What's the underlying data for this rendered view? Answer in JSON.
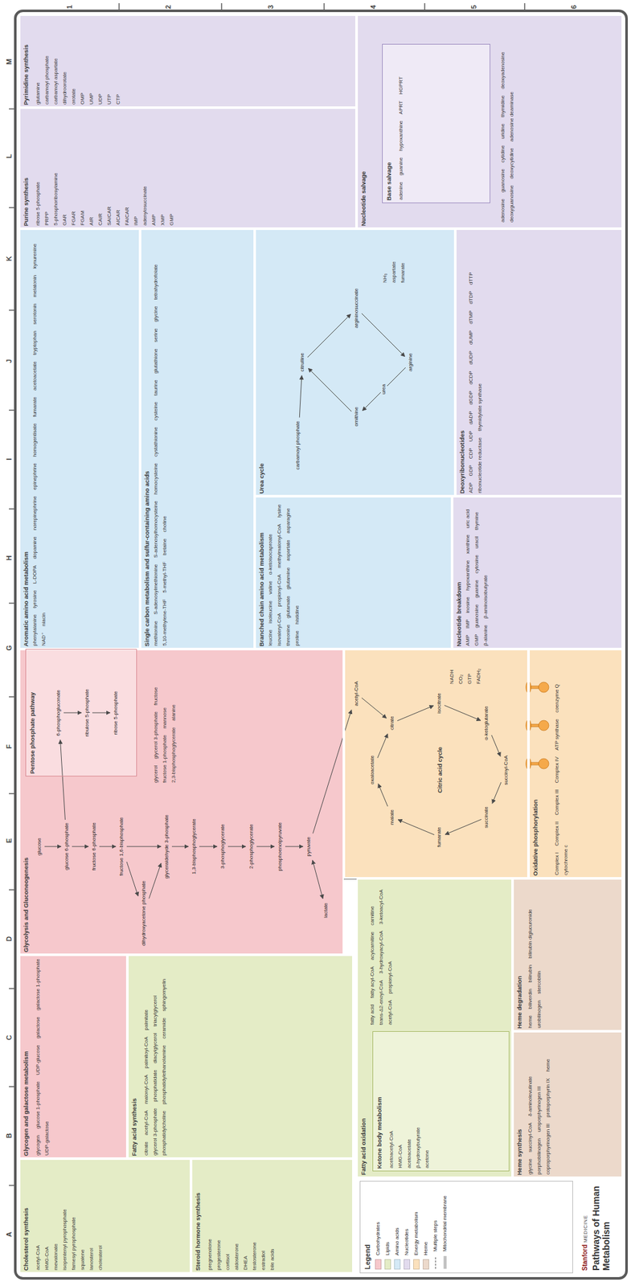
{
  "diagram": {
    "title": "Pathways of Human Metabolism",
    "nodes": [
      {
        "text": [
          "Cholesterol synthesis"
        ]
      },
      {
        "text": [
          "Steroid hormone synthesis"
        ]
      },
      {
        "text": [
          "Glycogen and galactose metabolism"
        ]
      },
      {
        "text": [
          "Fatty acid synthesis"
        ]
      },
      {
        "text": [
          "Glycolysis and Gluconeogenesis"
        ]
      },
      {
        "text": [
          "Pentose phosphate pathway"
        ],
        "in": 4
      },
      {
        "text": [
          "glucose"
        ],
        "in": 4
      },
      {
        "text": [
          "glucose 6-phosphate"
        ],
        "in": 4
      },
      {
        "text": [
          "fructose 6-phosphate"
        ],
        "in": 4
      },
      {
        "text": [
          "fructose 1,6-bisphosphate"
        ],
        "in": 4
      },
      {
        "text": [
          "glyceraldehyde 3-phosphate"
        ],
        "in": 4
      },
      {
        "text": [
          "dihydroxyacetone phosphate"
        ],
        "in": 4
      },
      {
        "text": [
          "1,3-bisphosphoglycerate"
        ],
        "in": 4
      },
      {
        "text": [
          "3-phosphoglycerate"
        ],
        "in": 4
      },
      {
        "text": [
          "2-phosphoglycerate"
        ],
        "in": 4
      },
      {
        "text": [
          "phosphoenolpyruvate"
        ],
        "in": 4
      },
      {
        "text": [
          "pyruvate"
        ],
        "in": 4
      },
      {
        "text": [
          "lactate"
        ],
        "in": 4
      },
      {
        "text": [
          "6-phosphogluconate"
        ],
        "in": 5
      },
      {
        "text": [
          "ribulose 5-phosphate"
        ],
        "in": 5
      },
      {
        "text": [
          "ribose 5-phosphate"
        ],
        "in": 5
      },
      {
        "text": [
          "Fatty acid oxidation"
        ]
      },
      {
        "text": [
          "Ketone body metabolism"
        ],
        "in": 21
      },
      {
        "text": [
          "Citric acid cycle"
        ]
      },
      {
        "text": [
          "acetyl-CoA"
        ],
        "in": 23
      },
      {
        "text": [
          "oxaloacetate"
        ],
        "in": 23
      },
      {
        "text": [
          "citrate"
        ],
        "in": 23
      },
      {
        "text": [
          "isocitrate"
        ],
        "in": 23
      },
      {
        "text": [
          "α-ketoglutarate"
        ],
        "in": 23
      },
      {
        "text": [
          "succinyl-CoA"
        ],
        "in": 23
      },
      {
        "text": [
          "succinate"
        ],
        "in": 23
      },
      {
        "text": [
          "fumarate"
        ],
        "in": 23
      },
      {
        "text": [
          "malate"
        ],
        "in": 23
      },
      {
        "text": [
          "Heme synthesis"
        ]
      },
      {
        "text": [
          "Heme degradation"
        ]
      },
      {
        "text": [
          "Oxidative phosphorylation"
        ]
      },
      {
        "text": [
          "Aromatic amino acid metabolism"
        ]
      },
      {
        "text": [
          "Single carbon metabolism and sulfur-containing amino acids"
        ]
      },
      {
        "text": [
          "Branched chain amino acid metabolism"
        ]
      },
      {
        "text": [
          "Nucleotide breakdown"
        ]
      },
      {
        "text": [
          "Urea cycle"
        ]
      },
      {
        "text": [
          "carbamoyl phosphate"
        ],
        "in": 40
      },
      {
        "text": [
          "ornithine"
        ],
        "in": 40
      },
      {
        "text": [
          "citrulline"
        ],
        "in": 40
      },
      {
        "text": [
          "argininosuccinate"
        ],
        "in": 40
      },
      {
        "text": [
          "arginine"
        ],
        "in": 40
      },
      {
        "text": [
          "Deoxyribonucleotides"
        ]
      },
      {
        "text": [
          "Purine synthesis"
        ]
      },
      {
        "text": [
          "Pyrimidine synthesis"
        ]
      },
      {
        "text": [
          "Nucleotide salvage"
        ]
      },
      {
        "text": [
          "Base salvage"
        ],
        "in": 49
      }
    ],
    "edges": [
      {
        "from": 6,
        "to": 7,
        "arrow": "to"
      },
      {
        "from": 7,
        "to": 8,
        "arrow": "to"
      },
      {
        "from": 8,
        "to": 9,
        "arrow": "to"
      },
      {
        "from": 9,
        "to": 10,
        "arrow": "to"
      },
      {
        "from": 9,
        "to": 11,
        "arrow": "to"
      },
      {
        "from": 11,
        "to": 10,
        "arrow": "to"
      },
      {
        "from": 10,
        "to": 12,
        "arrow": "to"
      },
      {
        "from": 12,
        "to": 13,
        "arrow": "to"
      },
      {
        "from": 13,
        "to": 14,
        "arrow": "to"
      },
      {
        "from": 14,
        "to": 15,
        "arrow": "to"
      },
      {
        "from": 15,
        "to": 16,
        "arrow": "to"
      },
      {
        "from": 16,
        "to": 17,
        "arrow": "both"
      },
      {
        "from": 7,
        "to": 18,
        "arrow": "to"
      },
      {
        "from": 18,
        "to": 19,
        "arrow": "to"
      },
      {
        "from": 19,
        "to": 20,
        "arrow": "to"
      },
      {
        "from": 16,
        "to": 24,
        "arrow": "to"
      },
      {
        "from": 24,
        "to": 26,
        "arrow": "to"
      },
      {
        "from": 25,
        "to": 26,
        "arrow": "to"
      },
      {
        "from": 26,
        "to": 27,
        "arrow": "to"
      },
      {
        "from": 27,
        "to": 28,
        "arrow": "to"
      },
      {
        "from": 28,
        "to": 29,
        "arrow": "to"
      },
      {
        "from": 29,
        "to": 30,
        "arrow": "to"
      },
      {
        "from": 30,
        "to": 31,
        "arrow": "to"
      },
      {
        "from": 31,
        "to": 32,
        "arrow": "to"
      },
      {
        "from": 32,
        "to": 25,
        "arrow": "to"
      },
      {
        "from": 41,
        "to": 43,
        "arrow": "to"
      },
      {
        "from": 42,
        "to": 43,
        "arrow": "to"
      },
      {
        "from": 43,
        "to": 44,
        "arrow": "to"
      },
      {
        "from": 44,
        "to": 45,
        "arrow": "to"
      },
      {
        "from": 45,
        "to": 42,
        "arrow": "to",
        "label": "urea"
      }
    ],
    "labels": [
      "A",
      "B",
      "C",
      "D",
      "E",
      "F",
      "G",
      "H",
      "I",
      "J",
      "K",
      "L",
      "M",
      "1",
      "2",
      "3",
      "4",
      "5",
      "6",
      "Stanford",
      "MEDICINE",
      "Legend",
      "acetyl-CoA",
      "HMG-CoA",
      "mevalonate",
      "isopentenyl pyrophosphate",
      "farnesyl pyrophosphate",
      "squalene",
      "lanosterol",
      "cholesterol",
      "pregnenolone",
      "progesterone",
      "cortisol",
      "aldosterone",
      "DHEA",
      "testosterone",
      "estradiol",
      "bile acids",
      "glycogen",
      "glucose 1-phosphate",
      "UDP-glucose",
      "galactose",
      "galactose 1-phosphate",
      "UDP-galactose",
      "citrate",
      "acetyl-CoA",
      "malonyl-CoA",
      "palmitoyl-CoA",
      "palmitate",
      "glycerol 3-phosphate",
      "phosphatidate",
      "diacylglycerol",
      "triacylglycerol",
      "phosphatidylcholine",
      "phosphatidylethanolamine",
      "ceramide",
      "sphingomyelin",
      "glycerol",
      "glycerol 3-phosphate",
      "fructose",
      "fructose 1-phosphate",
      "mannose",
      "2,3-bisphosphoglycerate",
      "alanine",
      "acetoacetyl-CoA",
      "HMG-CoA",
      "acetoacetate",
      "β-hydroxybutyrate",
      "acetone",
      "fatty acid",
      "fatty acyl-CoA",
      "acylcarnitine",
      "carnitine",
      "trans-Δ2-enoyl-CoA",
      "3-hydroxyacyl-CoA",
      "3-ketoacyl-CoA",
      "acetyl-CoA",
      "propionyl-CoA",
      "NADH",
      "CO₂",
      "GTP",
      "FADH₂",
      "glycine",
      "succinyl-CoA",
      "δ-aminolevulinate",
      "porphobilinogen",
      "uroporphyrinogen III",
      "coproporphyrinogen III",
      "protoporphyrin IX",
      "heme",
      "heme",
      "biliverdin",
      "bilirubin",
      "bilirubin diglucuronide",
      "urobilinogen",
      "stercobilin",
      "Complex I",
      "Complex II",
      "Complex III",
      "Complex IV",
      "ATP synthase",
      "coenzyme Q",
      "cytochrome c",
      "phenylalanine",
      "tyrosine",
      "L-DOPA",
      "dopamine",
      "norepinephrine",
      "epinephrine",
      "homogentisate",
      "fumarate",
      "acetoacetate",
      "tryptophan",
      "serotonin",
      "melatonin",
      "kynurenine",
      "NAD⁺",
      "niacin",
      "methionine",
      "S-adenosylmethionine",
      "S-adenosylhomocysteine",
      "homocysteine",
      "cystathionine",
      "cysteine",
      "taurine",
      "glutathione",
      "serine",
      "glycine",
      "tetrahydrofolate",
      "5,10-methylene-THF",
      "5-methyl-THF",
      "betaine",
      "choline",
      "leucine",
      "isoleucine",
      "valine",
      "α-ketoisocaproate",
      "isovaleryl-CoA",
      "propionyl-CoA",
      "methylmalonyl-CoA",
      "lysine",
      "threonine",
      "glutamate",
      "glutamine",
      "aspartate",
      "asparagine",
      "proline",
      "histidine",
      "NH₃",
      "aspartate",
      "fumarate",
      "AMP",
      "IMP",
      "inosine",
      "hypoxanthine",
      "xanthine",
      "uric acid",
      "GMP",
      "guanosine",
      "guanine",
      "cytosine",
      "uracil",
      "thymine",
      "β-alanine",
      "β-aminoisobutyrate",
      "ADP",
      "GDP",
      "CDP",
      "UDP",
      "dADP",
      "dGDP",
      "dCDP",
      "dUDP",
      "dUMP",
      "dTMP",
      "dTDP",
      "dTTP",
      "ribonucleotide reductase",
      "thymidylate synthase",
      "ribose 5-phosphate",
      "PRPP",
      "5-phosphoribosylamine",
      "GAR",
      "FGAR",
      "FGAM",
      "AIR",
      "CAIR",
      "SAICAR",
      "AICAR",
      "FAICAR",
      "IMP",
      "adenylosuccinate",
      "AMP",
      "XMP",
      "GMP",
      "glutamine",
      "carbamoyl phosphate",
      "carbamoyl aspartate",
      "dihydroorotate",
      "orotate",
      "OMP",
      "UMP",
      "UDP",
      "UTP",
      "CTP",
      "adenine",
      "guanine",
      "hypoxanthine",
      "APRT",
      "HGPRT",
      "adenosine",
      "guanosine",
      "cytidine",
      "uridine",
      "thymidine",
      "deoxyadenosine",
      "deoxyguanosine",
      "deoxycytidine",
      "adenosine deaminase"
    ],
    "legend": [
      {
        "text": "Carbohydrates",
        "color": "#f6c8cc"
      },
      {
        "text": "Lipids",
        "color": "#e4ecc6"
      },
      {
        "text": "Amino acids",
        "color": "#d4e9f6"
      },
      {
        "text": "Nucleotides",
        "color": "#e2dbee"
      },
      {
        "text": "Energy metabolism",
        "color": "#fbe1bd"
      },
      {
        "text": "Heme",
        "color": "#ecd9cb"
      },
      {
        "text": "Multiple steps"
      },
      {
        "text": "Mitochondrial membrane"
      }
    ]
  }
}
